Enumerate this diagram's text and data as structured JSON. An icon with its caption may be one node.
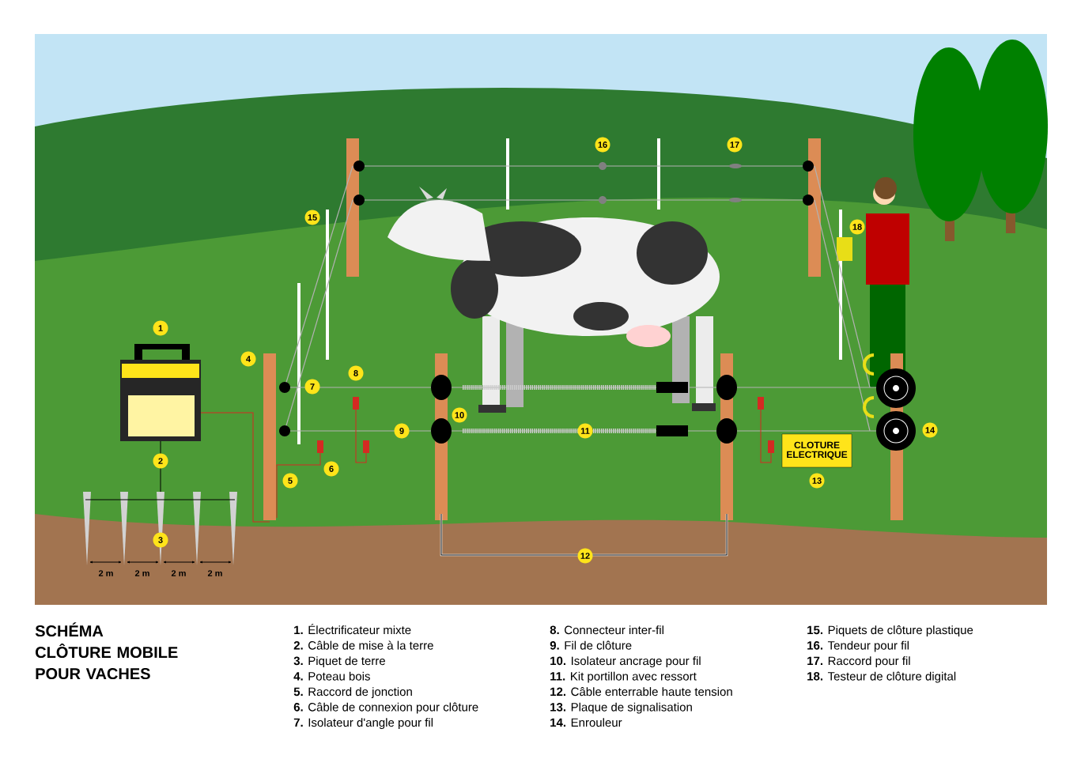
{
  "diagram": {
    "title": "SCHÉMA CLÔTURE MOBILE POUR VACHES",
    "nodes": [
      {
        "text": [
          "CLOTURE ELECTRIQUE"
        ]
      }
    ],
    "labels": [
      "16",
      "17",
      "15",
      "18",
      "1",
      "4",
      "8",
      "7",
      "10",
      "9",
      "11",
      "14",
      "2",
      "6",
      "5",
      "13",
      "3",
      "12",
      "2 m",
      "2 m",
      "2 m",
      "2 m",
      "**1.** Électrificateur mixte",
      "**2.** Câble de mise à la terre",
      "**3.** Piquet de terre",
      "**4.** Poteau bois",
      "**5.** Raccord de jonction",
      "**6.** Câble de connexion pour clôture",
      "**7.** Isolateur d'angle pour fil",
      "**8.** Connecteur inter-fil",
      "**9.** Fil de clôture",
      "**10.** Isolateur ancrage pour fil",
      "**11.** Kit portillon avec ressort",
      "**12.** Câble enterrable haute tension",
      "**13.** Plaque de signalisation",
      "**14.** Enrouleur",
      "**15.** Piquets de clôture plastique",
      "**16.** Tendeur pour fil",
      "**17.** Raccord pour fil",
      "**18.** Testeur de clôture digital"
    ]
  }
}
